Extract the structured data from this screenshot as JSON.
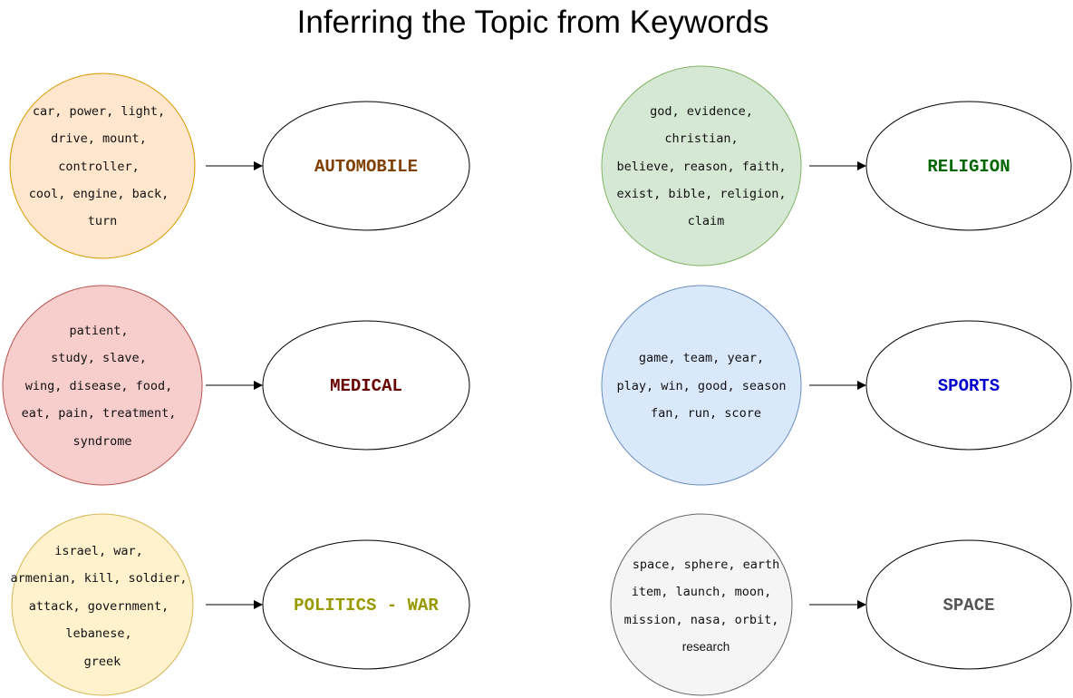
{
  "title": "Inferring the Topic from Keywords",
  "colors": {
    "stroke": "#000000",
    "arrow": "#000000"
  },
  "topics": [
    {
      "id": "automobile",
      "keywords": [
        "car, power, light,",
        "drive, mount,",
        "controller,",
        "cool, engine, back,",
        "turn"
      ],
      "label": "AUTOMOBILE",
      "circle_fill": "#ffe6cc",
      "circle_stroke": "#d79b00",
      "label_color": "#7f4000"
    },
    {
      "id": "religion",
      "keywords": [
        "god, evidence,",
        "christian,",
        "believe, reason, faith,",
        "exist, bible, religion,",
        "claim"
      ],
      "label": "RELIGION",
      "circle_fill": "#d5e8d4",
      "circle_stroke": "#82b366",
      "label_color": "#006600"
    },
    {
      "id": "medical",
      "keywords": [
        "patient,",
        "study, slave,",
        "wing, disease, food,",
        "eat, pain, treatment,",
        "syndrome"
      ],
      "label": "MEDICAL",
      "circle_fill": "#f8cecc",
      "circle_stroke": "#b85450",
      "label_color": "#660000"
    },
    {
      "id": "sports",
      "keywords": [
        "game, team, year,",
        "play, win, good, season",
        "fan, run, score"
      ],
      "label": "SPORTS",
      "circle_fill": "#dae8fc",
      "circle_stroke": "#6c8ebf",
      "label_color": "#0000cc"
    },
    {
      "id": "politics",
      "keywords": [
        "israel, war,",
        "armenian, kill, soldier,",
        "attack, government,",
        "lebanese,",
        "greek"
      ],
      "label": "POLITICS - WAR",
      "circle_fill": "#fff2cc",
      "circle_stroke": "#d6b656",
      "label_color": "#999900"
    },
    {
      "id": "space",
      "keywords": [
        "space, sphere, earth",
        "item, launch, moon,",
        "mission, nasa, orbit,",
        "research"
      ],
      "label": "SPACE",
      "circle_fill": "#f5f5f5",
      "circle_stroke": "#666666",
      "label_color": "#555555"
    }
  ]
}
